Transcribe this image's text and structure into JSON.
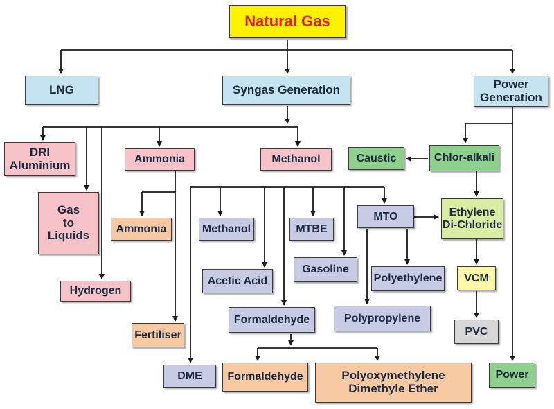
{
  "nodes": {
    "natural_gas": "Natural Gas",
    "lng": "LNG",
    "syngas": "Syngas Generation",
    "power_generation": "Power\nGeneration",
    "dri": "DRI\nAluminium",
    "gas_to_liquids": "Gas\nto\nLiquids",
    "hydrogen": "Hydrogen",
    "ammonia": "Ammonia",
    "ammonia_product": "Ammonia",
    "fertiliser": "Fertiliser",
    "methanol": "Methanol",
    "methanol_product": "Methanol",
    "dme": "DME",
    "acetic_acid": "Acetic Acid",
    "formaldehyde": "Formaldehyde",
    "formaldehyde_product": "Formaldehyde",
    "polyoxymethylene": "Polyoxymethylene\nDimethyle Ether",
    "mtbe": "MTBE",
    "gasoline": "Gasoline",
    "mto": "MTO",
    "polyethylene": "Polyethylene",
    "polypropylene": "Polypropylene",
    "caustic": "Caustic",
    "chlor_alkali": "Chlor-alkali",
    "ethylene_dichloride": "Ethylene\nDi-Chloride",
    "vcm": "VCM",
    "pvc": "PVC",
    "power": "Power"
  },
  "colors": {
    "title_fill": "#fff200",
    "title_text": "#e0201e",
    "blue": "#c6e3f2",
    "pink": "#f7c3c9",
    "lavender": "#c7cbe3",
    "orange": "#f6c9a3",
    "green": "#8fd08e",
    "light_green": "#d9eca3",
    "light_yellow": "#fdf7a8",
    "grey": "#d7d7d7",
    "line": "#1a1a1a"
  }
}
